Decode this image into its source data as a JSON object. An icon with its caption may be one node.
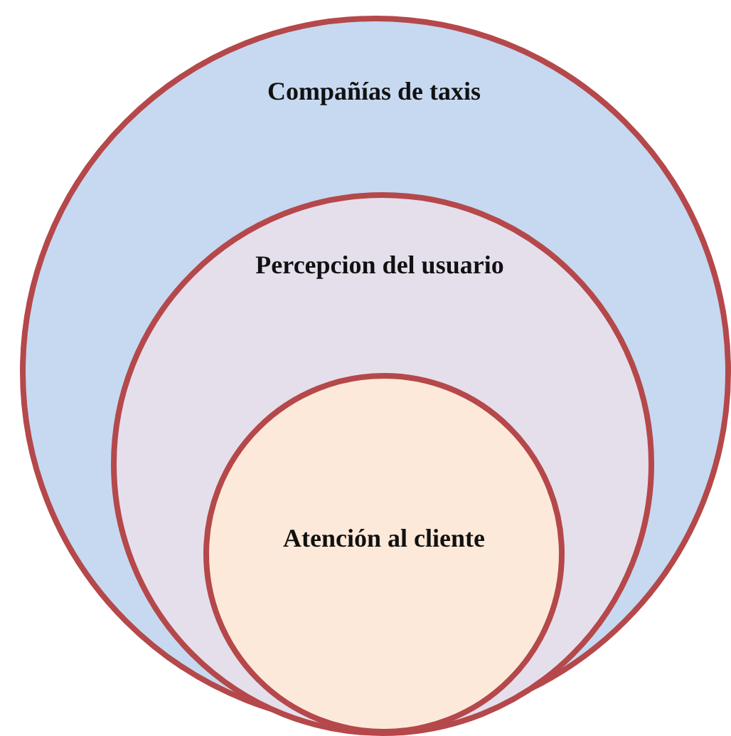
{
  "diagram": {
    "nodes": [
      {
        "text": [
          "Compañías de taxis"
        ]
      },
      {
        "text": [
          "Percepcion del usuario"
        ],
        "in": 0
      },
      {
        "text": [
          "Atención al cliente"
        ],
        "in": 1
      }
    ]
  }
}
